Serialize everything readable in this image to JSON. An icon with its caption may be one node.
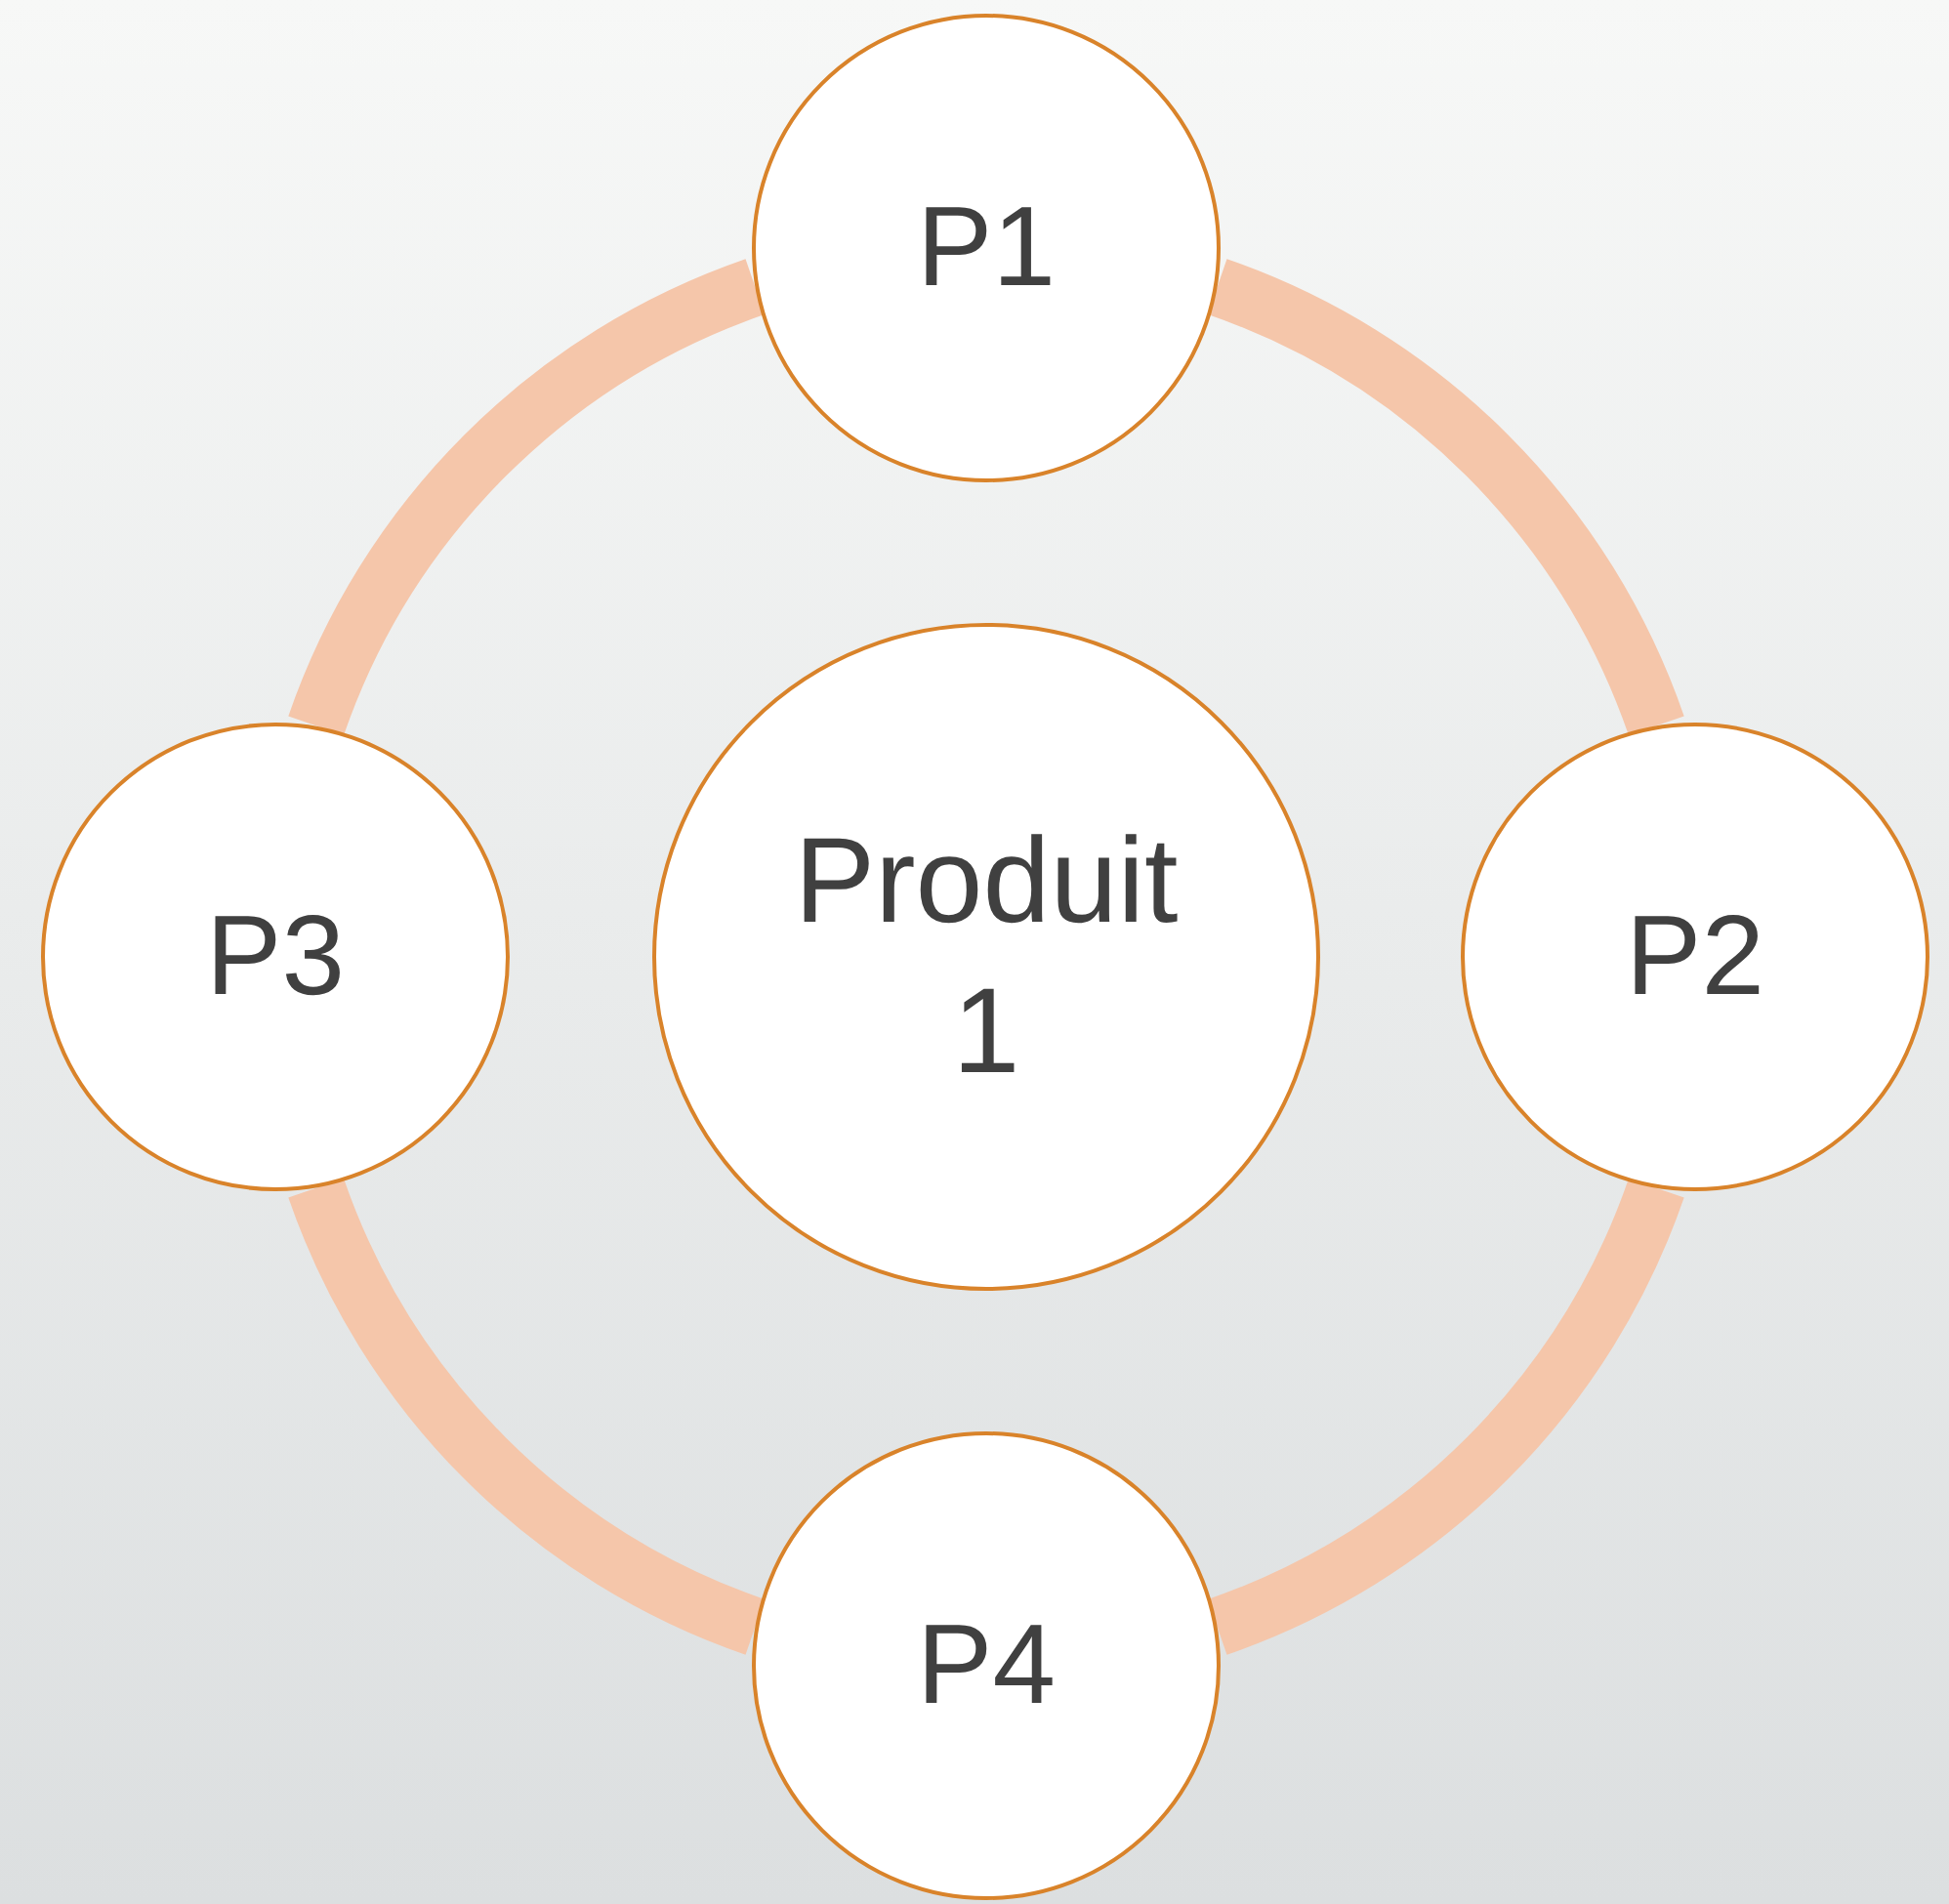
{
  "diagram": {
    "nodes": [
      {
        "text": [
          "P1"
        ]
      },
      {
        "text": [
          "P3"
        ]
      },
      {
        "text": [
          "Produit 1"
        ]
      },
      {
        "text": [
          "P2"
        ]
      },
      {
        "text": [
          "P4"
        ]
      }
    ],
    "edges": [
      {
        "from": 0,
        "to": 3,
        "arrow": "none"
      },
      {
        "from": 3,
        "to": 4,
        "arrow": "none"
      },
      {
        "from": 4,
        "to": 1,
        "arrow": "none"
      },
      {
        "from": 1,
        "to": 0,
        "arrow": "none"
      }
    ]
  }
}
